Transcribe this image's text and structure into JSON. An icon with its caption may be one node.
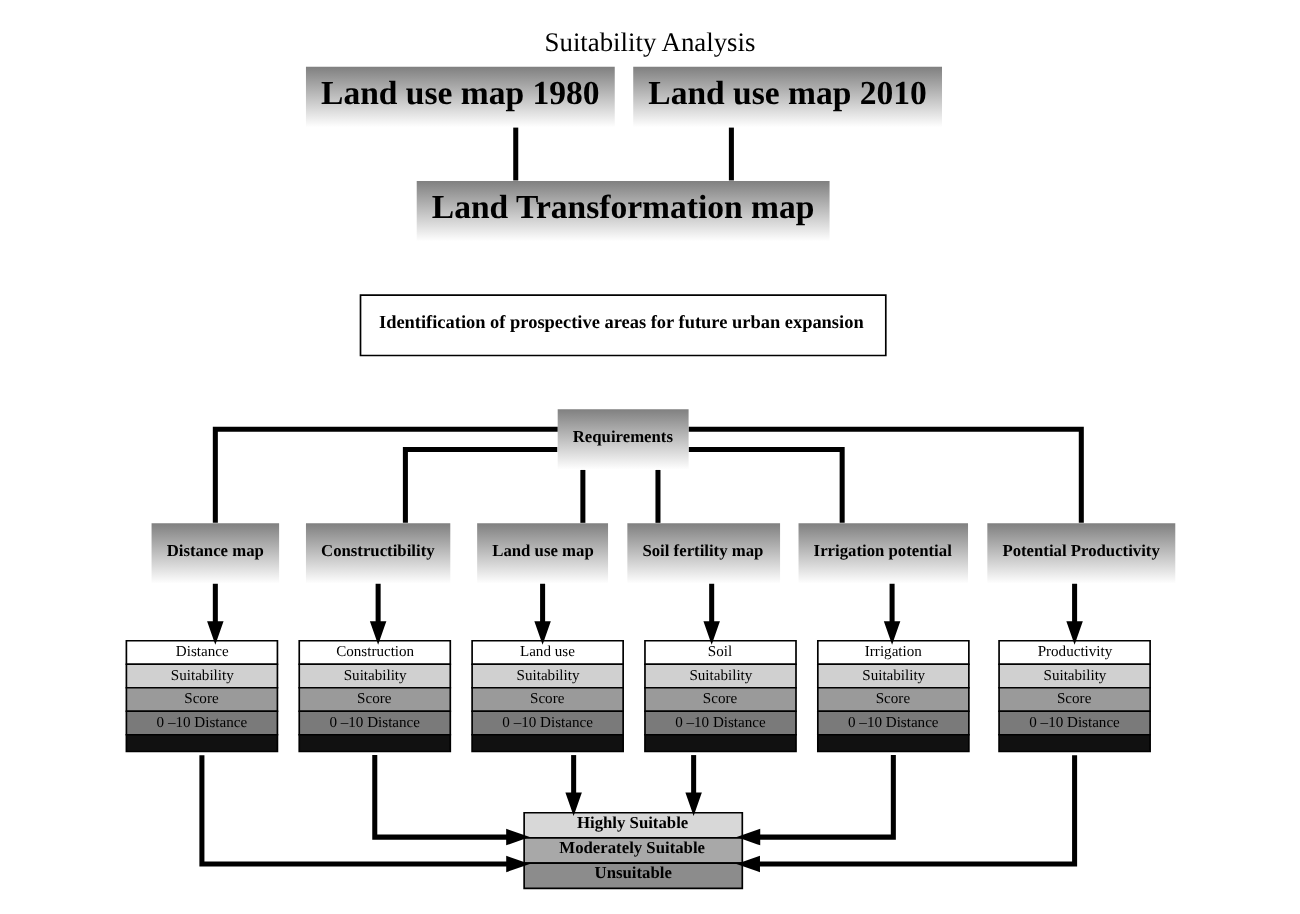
{
  "diagram": {
    "title": "Suitability Analysis",
    "nodes": [
      {
        "text": [
          "Land use map 1980"
        ]
      },
      {
        "text": [
          "Land use map 2010"
        ]
      },
      {
        "text": [
          "Land Transformation map"
        ]
      },
      {
        "text": [
          "Identification of prospective areas for future urban expansion"
        ]
      },
      {
        "text": [
          "Requirements"
        ]
      },
      {
        "text": [
          "Distance map"
        ]
      },
      {
        "text": [
          "Constructibility"
        ]
      },
      {
        "text": [
          "Land use map"
        ]
      },
      {
        "text": [
          "Soil fertility map"
        ]
      },
      {
        "text": [
          "Irrigation potential"
        ]
      },
      {
        "text": [
          "Potential Productivity"
        ]
      },
      {
        "text": [
          "Distance",
          "Suitability",
          "Score",
          "0 –10 Distance"
        ]
      },
      {
        "text": [
          "Construction",
          "Suitability",
          "Score",
          "0 –10 Distance"
        ]
      },
      {
        "text": [
          "Land use",
          "Suitability",
          "Score",
          "0 –10 Distance"
        ]
      },
      {
        "text": [
          "Soil",
          "Suitability",
          "Score",
          "0 –10 Distance"
        ]
      },
      {
        "text": [
          "Irrigation",
          "Suitability",
          "Score",
          "0 –10 Distance"
        ]
      },
      {
        "text": [
          "Productivity",
          "Suitability",
          "Score",
          "0 –10 Distance"
        ]
      },
      {
        "text": [
          "Highly Suitable",
          "Moderately Suitable",
          "Unsuitable"
        ]
      }
    ],
    "edges": [
      {
        "from": 0,
        "to": 2,
        "arrow": "none"
      },
      {
        "from": 1,
        "to": 2,
        "arrow": "none"
      },
      {
        "from": 4,
        "to": 5,
        "arrow": "none"
      },
      {
        "from": 4,
        "to": 6,
        "arrow": "none"
      },
      {
        "from": 4,
        "to": 7,
        "arrow": "none"
      },
      {
        "from": 4,
        "to": 8,
        "arrow": "none"
      },
      {
        "from": 4,
        "to": 9,
        "arrow": "none"
      },
      {
        "from": 4,
        "to": 10,
        "arrow": "none"
      },
      {
        "from": 5,
        "to": 11,
        "arrow": "to"
      },
      {
        "from": 6,
        "to": 12,
        "arrow": "to"
      },
      {
        "from": 7,
        "to": 13,
        "arrow": "to"
      },
      {
        "from": 8,
        "to": 14,
        "arrow": "to"
      },
      {
        "from": 9,
        "to": 15,
        "arrow": "to"
      },
      {
        "from": 10,
        "to": 16,
        "arrow": "to"
      },
      {
        "from": 11,
        "to": 17,
        "arrow": "to"
      },
      {
        "from": 12,
        "to": 17,
        "arrow": "to"
      },
      {
        "from": 13,
        "to": 17,
        "arrow": "to"
      },
      {
        "from": 14,
        "to": 17,
        "arrow": "to"
      },
      {
        "from": 15,
        "to": 17,
        "arrow": "to"
      },
      {
        "from": 16,
        "to": 17,
        "arrow": "to"
      }
    ]
  }
}
